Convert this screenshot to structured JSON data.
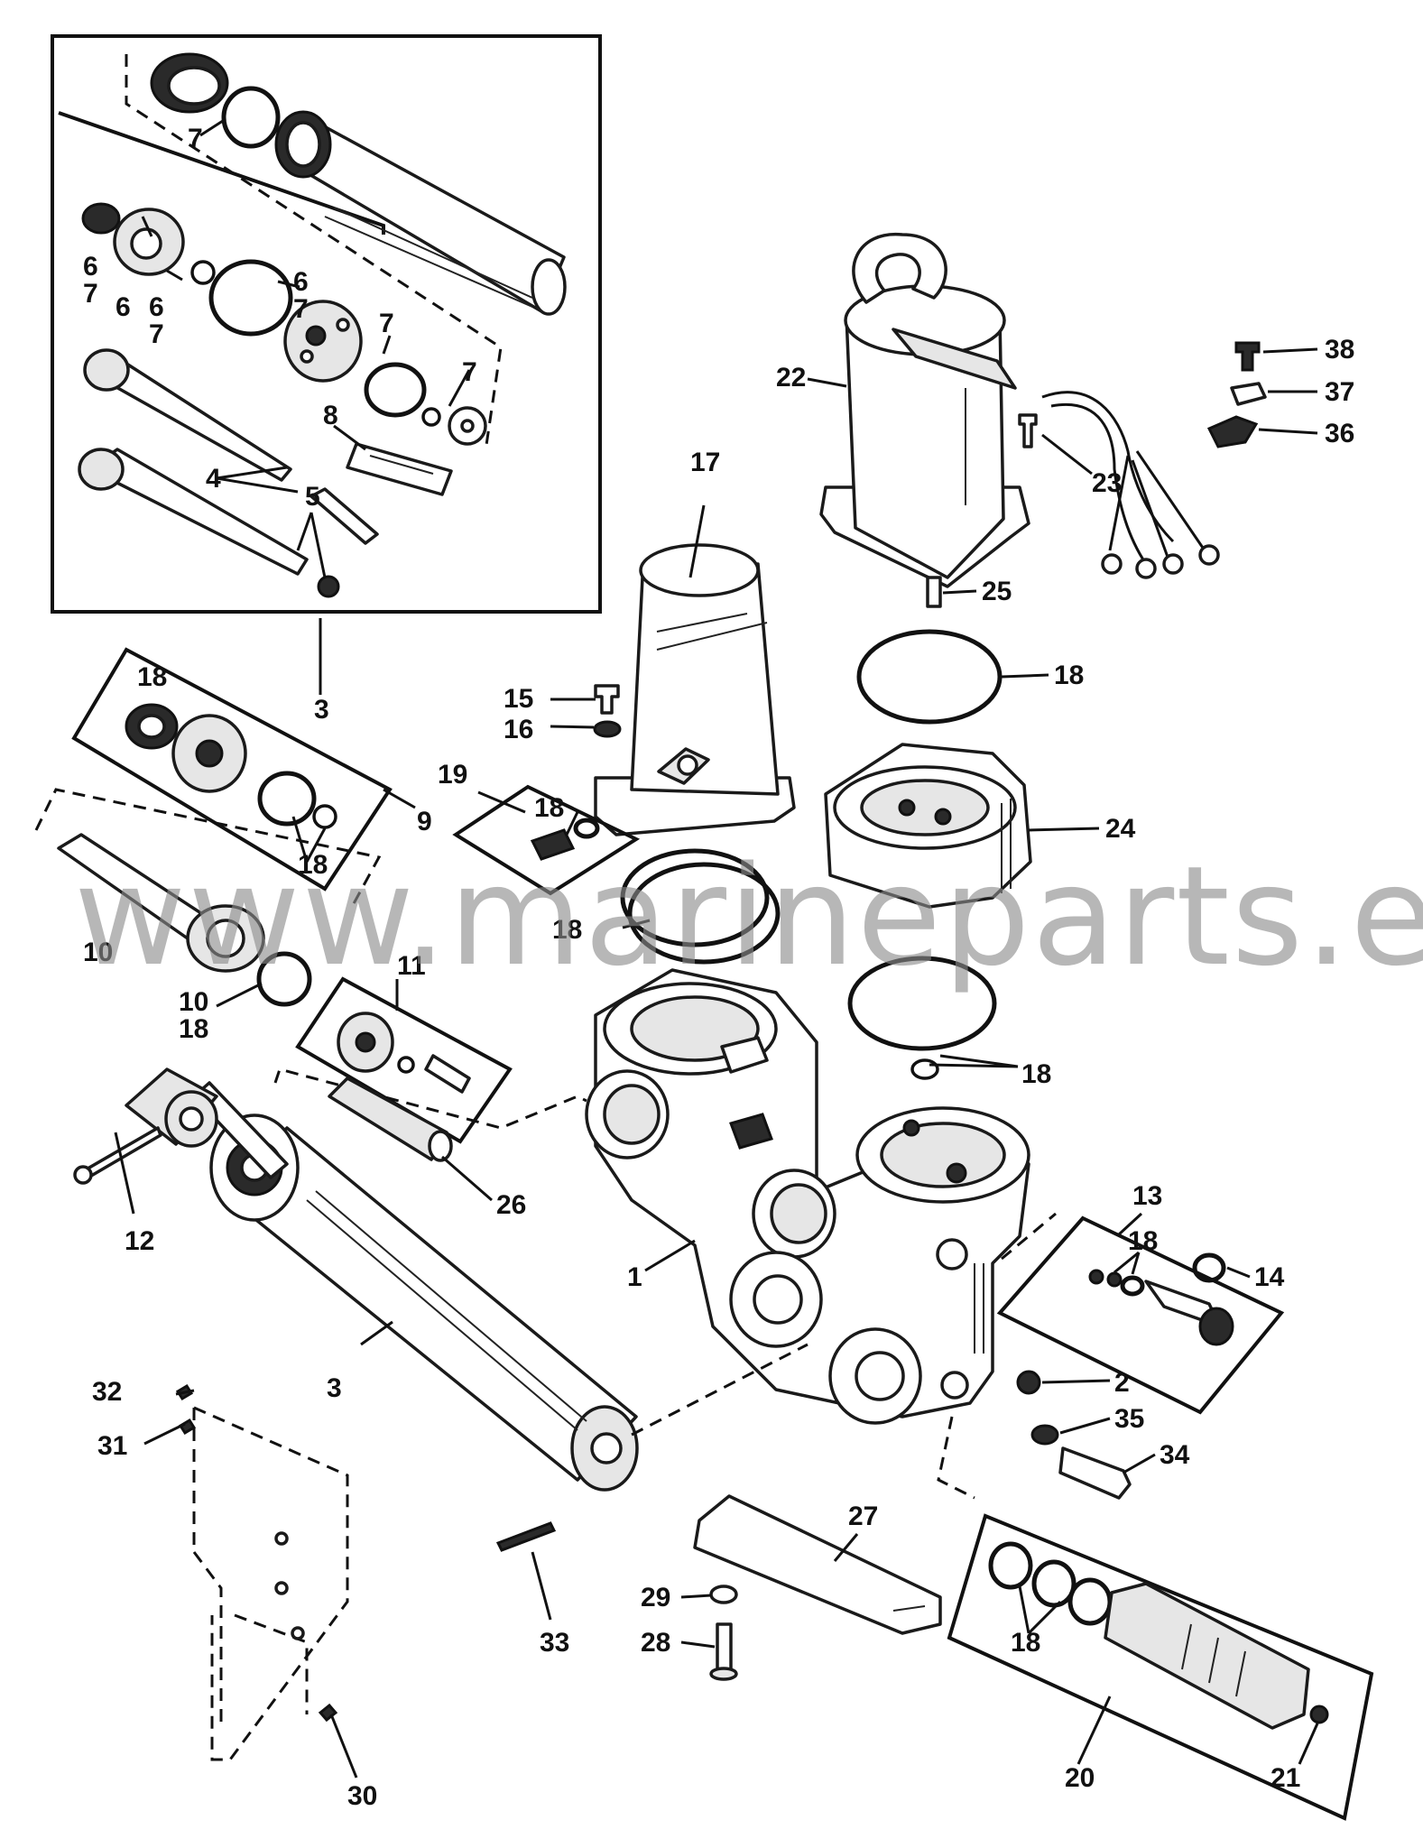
{
  "diagram": {
    "watermark": "www.marineparts.eu",
    "callouts": [
      {
        "id": "c7a",
        "text": "7"
      },
      {
        "id": "c6a",
        "text": "6"
      },
      {
        "id": "c7b",
        "text": "7"
      },
      {
        "id": "c6b",
        "text": "6"
      },
      {
        "id": "c6c",
        "text": "6"
      },
      {
        "id": "c7c",
        "text": "7"
      },
      {
        "id": "c6d",
        "text": "6"
      },
      {
        "id": "c7d",
        "text": "7"
      },
      {
        "id": "c7e",
        "text": "7"
      },
      {
        "id": "c7f",
        "text": "7"
      },
      {
        "id": "c8",
        "text": "8"
      },
      {
        "id": "c4",
        "text": "4"
      },
      {
        "id": "c5",
        "text": "5"
      },
      {
        "id": "c3a",
        "text": "3"
      },
      {
        "id": "c18a",
        "text": "18"
      },
      {
        "id": "c9",
        "text": "9"
      },
      {
        "id": "c18b",
        "text": "18"
      },
      {
        "id": "c10a",
        "text": "10"
      },
      {
        "id": "c10b",
        "text": "10"
      },
      {
        "id": "c18c",
        "text": "18"
      },
      {
        "id": "c11",
        "text": "11"
      },
      {
        "id": "c12",
        "text": "12"
      },
      {
        "id": "c26",
        "text": "26"
      },
      {
        "id": "c3b",
        "text": "3"
      },
      {
        "id": "c32",
        "text": "32"
      },
      {
        "id": "c31",
        "text": "31"
      },
      {
        "id": "c30",
        "text": "30"
      },
      {
        "id": "c33",
        "text": "33"
      },
      {
        "id": "c17",
        "text": "17"
      },
      {
        "id": "c15",
        "text": "15"
      },
      {
        "id": "c16",
        "text": "16"
      },
      {
        "id": "c19",
        "text": "19"
      },
      {
        "id": "c18d",
        "text": "18"
      },
      {
        "id": "c18e",
        "text": "18"
      },
      {
        "id": "c22",
        "text": "22"
      },
      {
        "id": "c23",
        "text": "23"
      },
      {
        "id": "c38",
        "text": "38"
      },
      {
        "id": "c37",
        "text": "37"
      },
      {
        "id": "c36",
        "text": "36"
      },
      {
        "id": "c25",
        "text": "25"
      },
      {
        "id": "c18f",
        "text": "18"
      },
      {
        "id": "c24",
        "text": "24"
      },
      {
        "id": "c18g",
        "text": "18"
      },
      {
        "id": "c1",
        "text": "1"
      },
      {
        "id": "c13",
        "text": "13"
      },
      {
        "id": "c18h",
        "text": "18"
      },
      {
        "id": "c14",
        "text": "14"
      },
      {
        "id": "c2",
        "text": "2"
      },
      {
        "id": "c35",
        "text": "35"
      },
      {
        "id": "c34",
        "text": "34"
      },
      {
        "id": "c27",
        "text": "27"
      },
      {
        "id": "c29",
        "text": "29"
      },
      {
        "id": "c28",
        "text": "28"
      },
      {
        "id": "c18i",
        "text": "18"
      },
      {
        "id": "c20",
        "text": "20"
      },
      {
        "id": "c21",
        "text": "21"
      }
    ]
  }
}
